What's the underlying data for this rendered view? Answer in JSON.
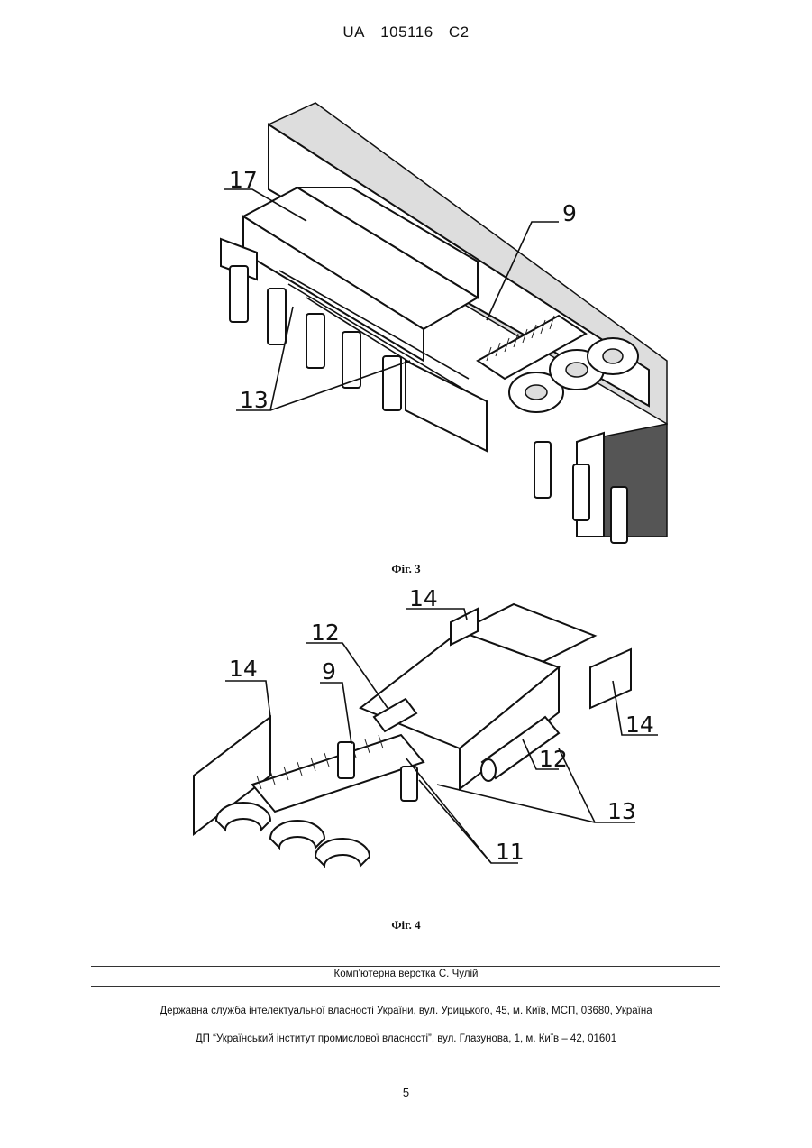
{
  "header": {
    "country": "UA",
    "number": "105116",
    "kind": "C2"
  },
  "figure3": {
    "caption": "Фіг. 3",
    "labels": {
      "l17": "17",
      "l9": "9",
      "l13": "13"
    }
  },
  "figure4": {
    "caption": "Фіг. 4",
    "labels": {
      "l14a": "14",
      "l14b": "14",
      "l14c": "14",
      "l12a": "12",
      "l12b": "12",
      "l9": "9",
      "l13": "13",
      "l11": "11"
    }
  },
  "footer": {
    "layout_credit": "Комп'ютерна верстка С. Чулій",
    "office": "Державна служба інтелектуальної власності України, вул. Урицького, 45, м. Київ, МСП, 03680, Україна",
    "institute": "ДП “Український інститут промислової власності”, вул. Глазунова, 1, м. Київ – 42, 01601",
    "page_number": "5"
  }
}
